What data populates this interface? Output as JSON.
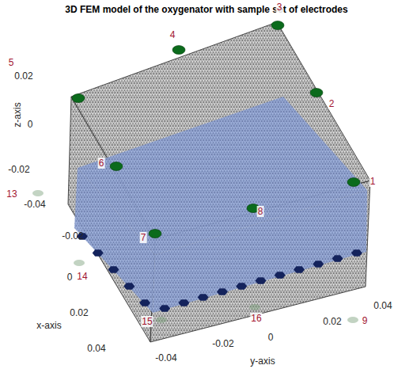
{
  "diagram": {
    "title": "3D FEM model of the oxygenator with sample set of electrodes",
    "labels": [
      "z-axis",
      "0.02",
      "0",
      "-0.02",
      "-0.04",
      "-0.02",
      "0",
      "0.02",
      "0.04",
      "x-axis",
      "-0.04",
      "-0.02",
      "0",
      "0.02",
      "0.04",
      "y-axis",
      "1",
      "2",
      "3",
      "4",
      "5",
      "6",
      "7",
      "8",
      "9",
      "13",
      "14",
      "15",
      "16"
    ]
  }
}
